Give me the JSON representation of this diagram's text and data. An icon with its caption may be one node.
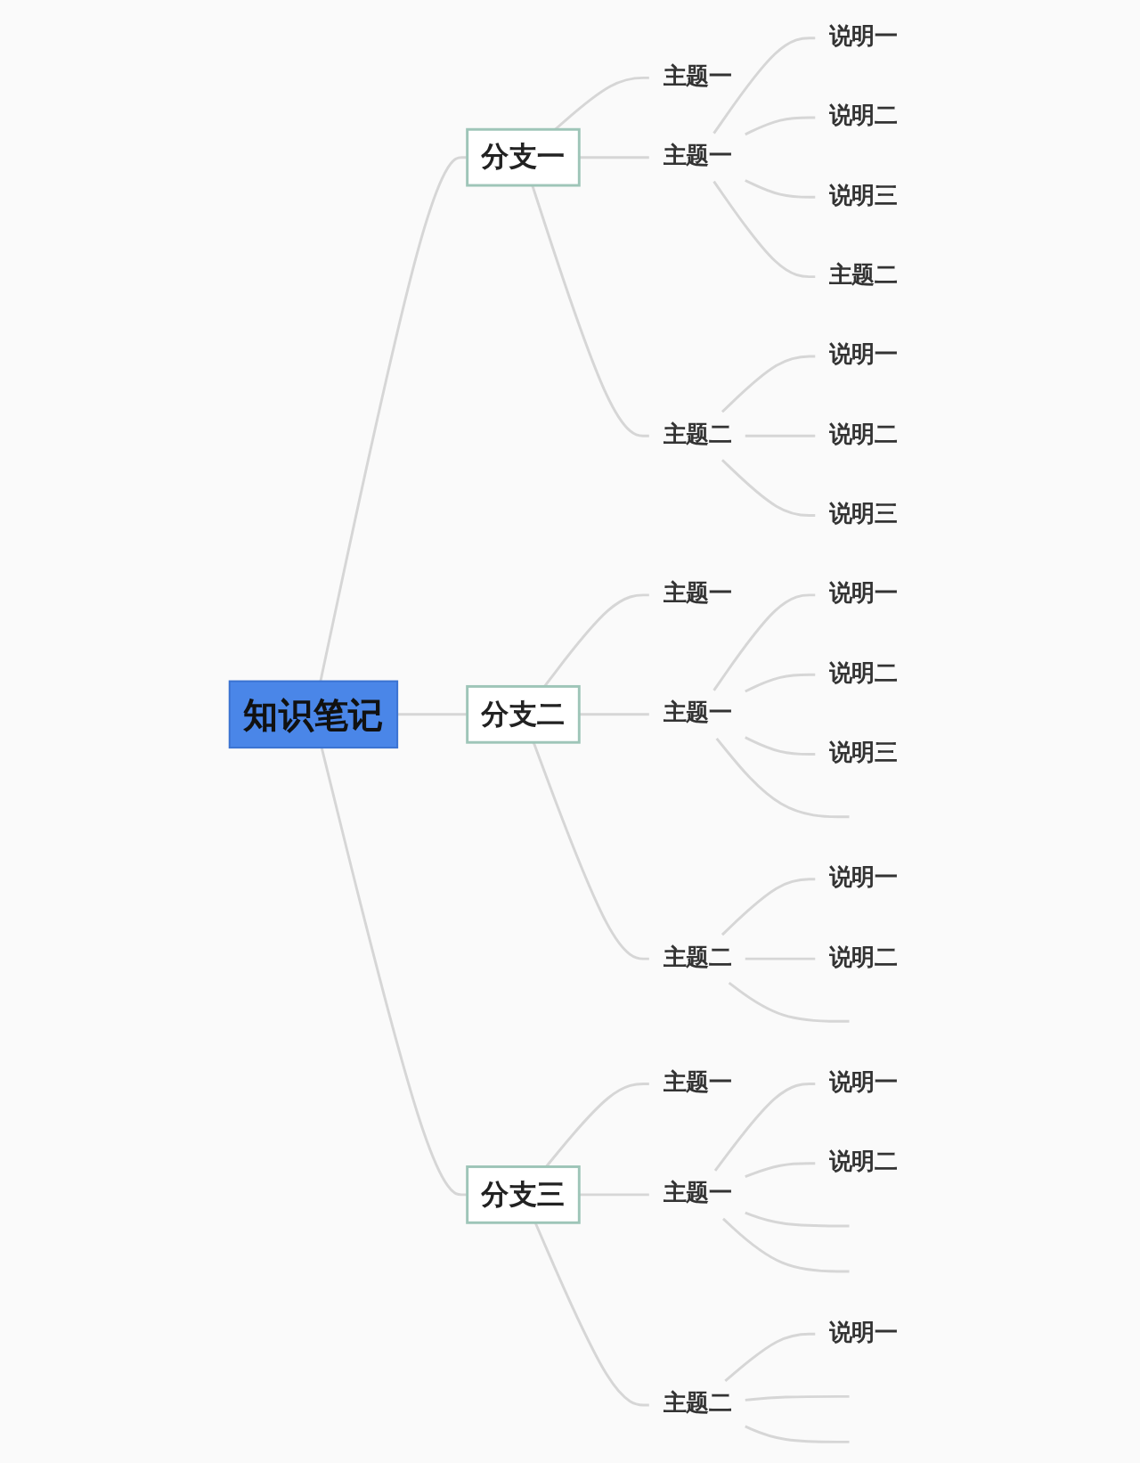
{
  "diagram": {
    "nodes": [
      {
        "text": [
          "知识笔记"
        ]
      },
      {
        "text": [
          "分支一"
        ]
      },
      {
        "text": [
          "主题一"
        ]
      },
      {
        "text": [
          "主题一"
        ]
      },
      {
        "text": [
          "说明一"
        ]
      },
      {
        "text": [
          "说明二"
        ]
      },
      {
        "text": [
          "说明三"
        ]
      },
      {
        "text": [
          "主题二"
        ]
      },
      {
        "text": [
          "主题二"
        ]
      },
      {
        "text": [
          "说明一"
        ]
      },
      {
        "text": [
          "说明二"
        ]
      },
      {
        "text": [
          "说明三"
        ]
      },
      {
        "text": [
          "分支二"
        ]
      },
      {
        "text": [
          "主题一"
        ]
      },
      {
        "text": [
          "主题一"
        ]
      },
      {
        "text": [
          "说明一"
        ]
      },
      {
        "text": [
          "说明二"
        ]
      },
      {
        "text": [
          "说明三"
        ]
      },
      {
        "text": [
          "主题二"
        ]
      },
      {
        "text": [
          "说明一"
        ]
      },
      {
        "text": [
          "说明二"
        ]
      },
      {
        "text": [
          "分支三"
        ]
      },
      {
        "text": [
          "主题一"
        ]
      },
      {
        "text": [
          "主题一"
        ]
      },
      {
        "text": [
          "说明一"
        ]
      },
      {
        "text": [
          "说明二"
        ]
      },
      {
        "text": [
          "主题二"
        ]
      },
      {
        "text": [
          "说明一"
        ]
      }
    ],
    "edges": [
      {
        "from": 0,
        "to": 1,
        "arrow": "none"
      },
      {
        "from": 1,
        "to": 2,
        "arrow": "none"
      },
      {
        "from": 1,
        "to": 3,
        "arrow": "none"
      },
      {
        "from": 3,
        "to": 4,
        "arrow": "none"
      },
      {
        "from": 3,
        "to": 5,
        "arrow": "none"
      },
      {
        "from": 3,
        "to": 6,
        "arrow": "none"
      },
      {
        "from": 3,
        "to": 7,
        "arrow": "none"
      },
      {
        "from": 1,
        "to": 8,
        "arrow": "none"
      },
      {
        "from": 8,
        "to": 9,
        "arrow": "none"
      },
      {
        "from": 8,
        "to": 10,
        "arrow": "none"
      },
      {
        "from": 8,
        "to": 11,
        "arrow": "none"
      },
      {
        "from": 0,
        "to": 12,
        "arrow": "none"
      },
      {
        "from": 12,
        "to": 13,
        "arrow": "none"
      },
      {
        "from": 12,
        "to": 14,
        "arrow": "none"
      },
      {
        "from": 14,
        "to": 15,
        "arrow": "none"
      },
      {
        "from": 14,
        "to": 16,
        "arrow": "none"
      },
      {
        "from": 14,
        "to": 17,
        "arrow": "none"
      },
      {
        "from": 14,
        "to": null,
        "arrow": "none"
      },
      {
        "from": 12,
        "to": 18,
        "arrow": "none"
      },
      {
        "from": 18,
        "to": 19,
        "arrow": "none"
      },
      {
        "from": 18,
        "to": 20,
        "arrow": "none"
      },
      {
        "from": 18,
        "to": null,
        "arrow": "none"
      },
      {
        "from": 0,
        "to": 21,
        "arrow": "none"
      },
      {
        "from": 21,
        "to": 22,
        "arrow": "none"
      },
      {
        "from": 21,
        "to": 23,
        "arrow": "none"
      },
      {
        "from": 23,
        "to": 24,
        "arrow": "none"
      },
      {
        "from": 23,
        "to": 25,
        "arrow": "none"
      },
      {
        "from": 23,
        "to": null,
        "arrow": "none"
      },
      {
        "from": 23,
        "to": null,
        "arrow": "none"
      },
      {
        "from": 21,
        "to": 26,
        "arrow": "none"
      },
      {
        "from": 26,
        "to": 27,
        "arrow": "none"
      },
      {
        "from": 26,
        "to": null,
        "arrow": "none"
      },
      {
        "from": 26,
        "to": null,
        "arrow": "none"
      }
    ]
  }
}
